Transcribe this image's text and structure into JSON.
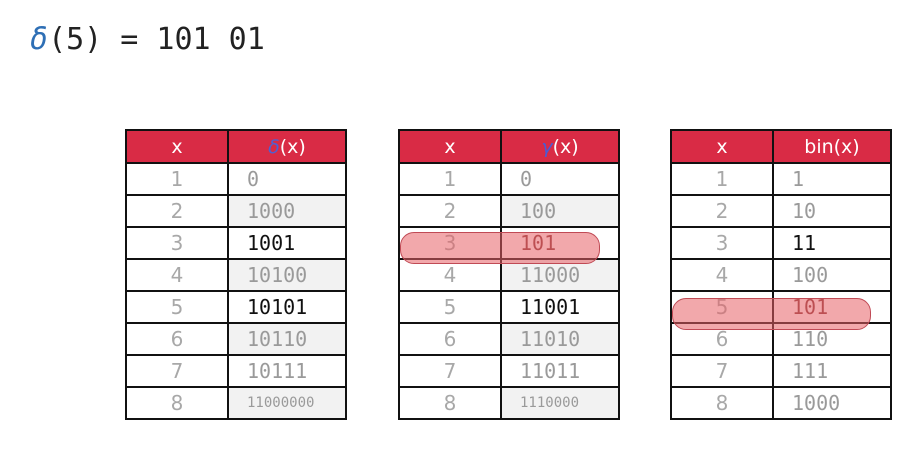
{
  "formula": {
    "symbol": "δ",
    "rest": "(5) = 101 01"
  },
  "colors": {
    "header_bg": "#d92b45",
    "delta_symbol": "#5060d0",
    "gamma_symbol": "#4a5cd6",
    "highlight": "#e86066"
  },
  "tables": [
    {
      "header_x": "x",
      "header_symbol": "δ",
      "header_suffix": "(x)",
      "rows": [
        {
          "x": "1",
          "v": "0"
        },
        {
          "x": "2",
          "v": "1000"
        },
        {
          "x": "3",
          "v": "1001"
        },
        {
          "x": "4",
          "v": "10100"
        },
        {
          "x": "5",
          "v": "10101"
        },
        {
          "x": "6",
          "v": "10110"
        },
        {
          "x": "7",
          "v": "10111"
        },
        {
          "x": "8",
          "v": "11000000"
        }
      ]
    },
    {
      "header_x": "x",
      "header_symbol": "γ",
      "header_suffix": "(x)",
      "highlight_row": 3,
      "rows": [
        {
          "x": "1",
          "v": "0"
        },
        {
          "x": "2",
          "v": "100"
        },
        {
          "x": "3",
          "v": "101"
        },
        {
          "x": "4",
          "v": "11000"
        },
        {
          "x": "5",
          "v": "11001"
        },
        {
          "x": "6",
          "v": "11010"
        },
        {
          "x": "7",
          "v": "11011"
        },
        {
          "x": "8",
          "v": "1110000"
        }
      ]
    },
    {
      "header_x": "x",
      "header_symbol": "",
      "header_suffix": "bin(x)",
      "highlight_row": 5,
      "rows": [
        {
          "x": "1",
          "v": "1"
        },
        {
          "x": "2",
          "v": "10"
        },
        {
          "x": "3",
          "v": "11"
        },
        {
          "x": "4",
          "v": "100"
        },
        {
          "x": "5",
          "v": "101"
        },
        {
          "x": "6",
          "v": "110"
        },
        {
          "x": "7",
          "v": "111"
        },
        {
          "x": "8",
          "v": "1000"
        }
      ]
    }
  ]
}
